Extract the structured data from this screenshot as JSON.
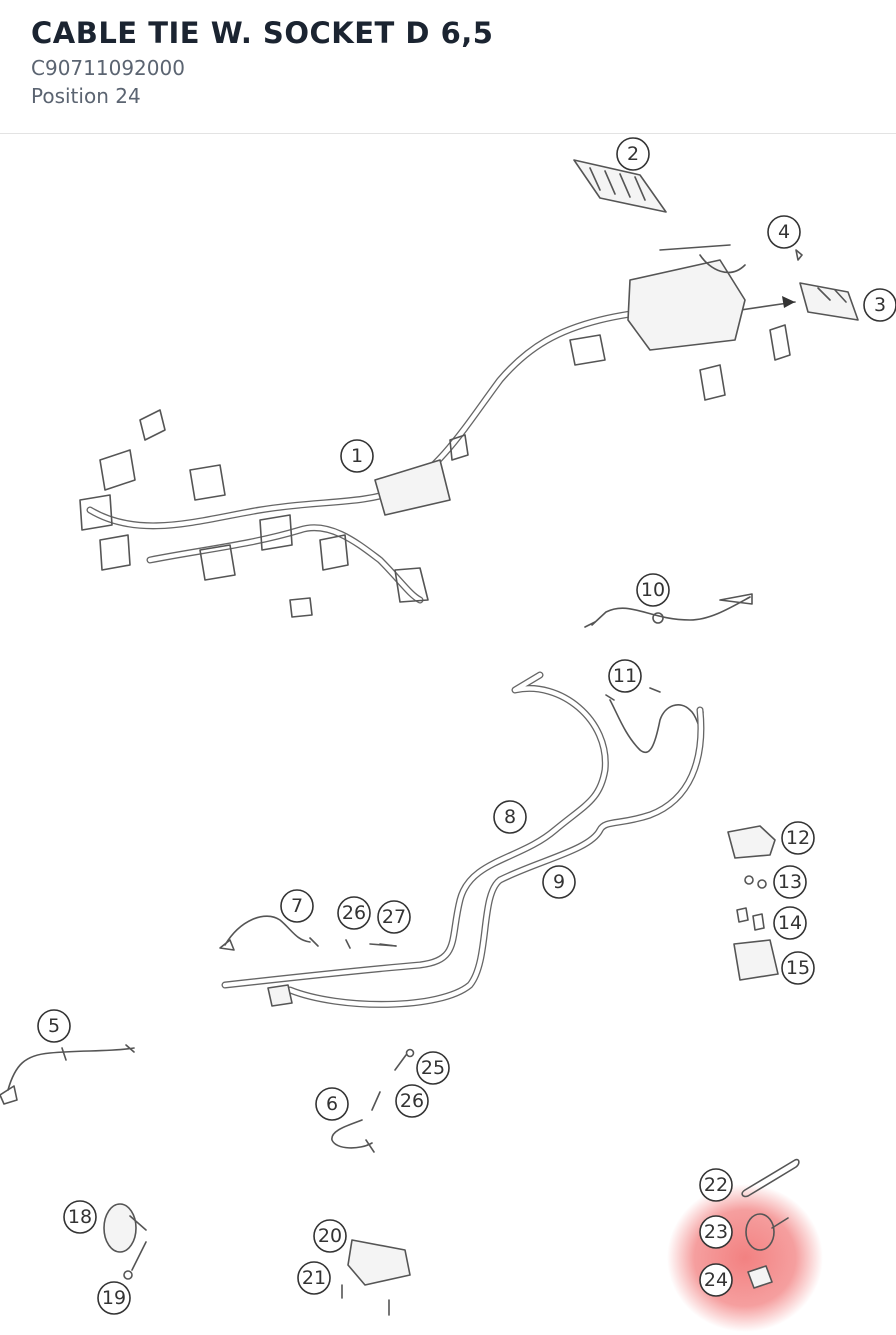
{
  "header": {
    "title": "CABLE TIE W. SOCKET D 6,5",
    "part_number": "C90711092000",
    "position": "Position 24"
  },
  "highlight": {
    "selected": "24",
    "color": "#f06b6b"
  },
  "callouts": [
    "1",
    "2",
    "3",
    "4",
    "5",
    "6",
    "7",
    "8",
    "9",
    "10",
    "11",
    "12",
    "13",
    "14",
    "15",
    "18",
    "19",
    "20",
    "21",
    "22",
    "23",
    "24",
    "25",
    "26",
    "26",
    "27"
  ]
}
